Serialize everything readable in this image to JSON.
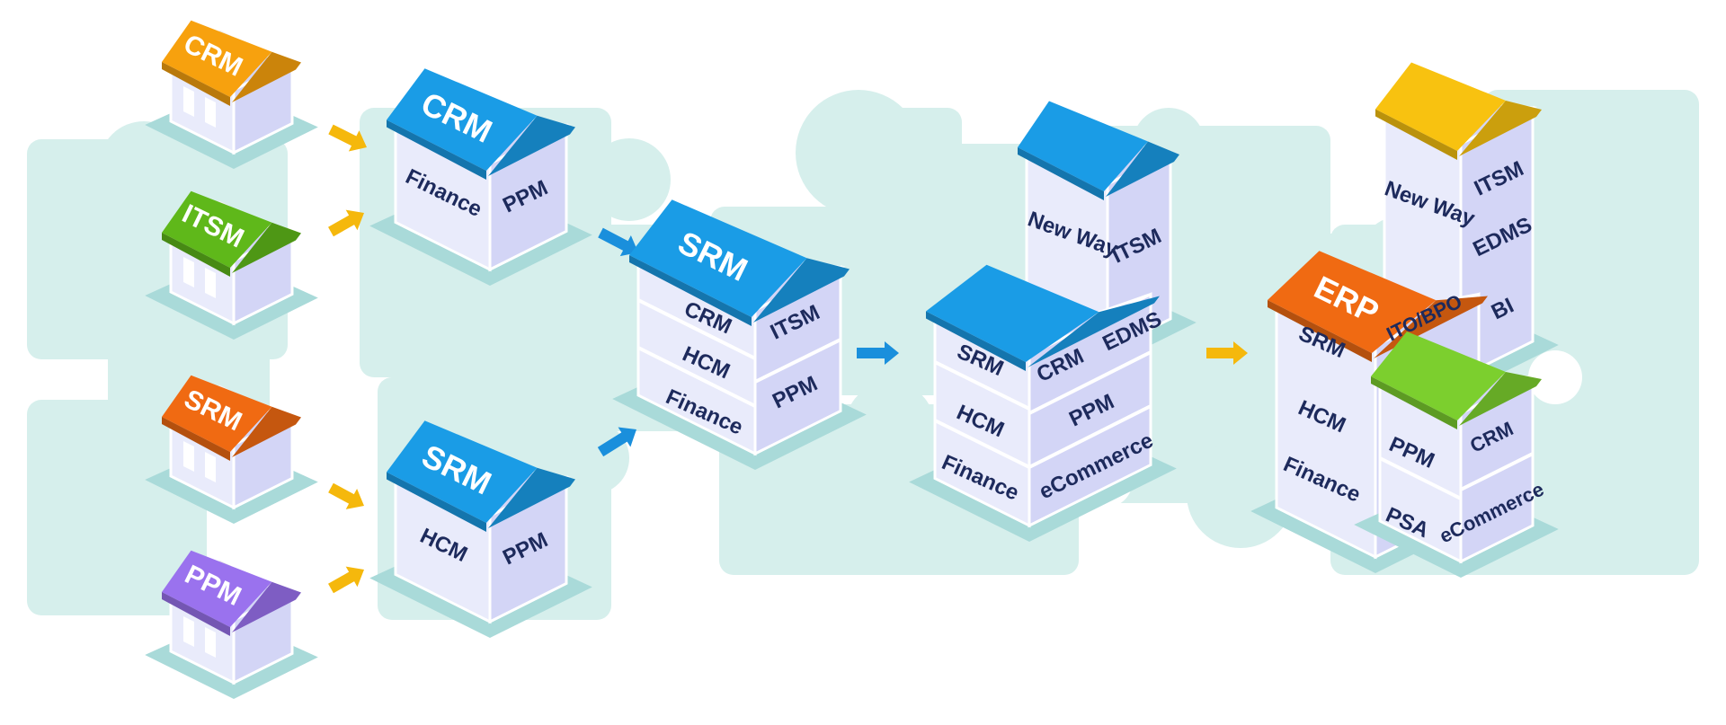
{
  "colors": {
    "puzzle_bg": "#d6efec",
    "shadow": "#a9dad9",
    "wall_front": "#e9ebfb",
    "wall_side": "#d3d5f6",
    "wall_text": "#1d2a5c",
    "arrow_yellow": "#f5b80c",
    "arrow_blue": "#1a8fdc",
    "roof_orange": "#f7a10e",
    "roof_green": "#5fb81a",
    "roof_red": "#f06a12",
    "roof_purple": "#9a72ee",
    "roof_blue": "#1a9ce6",
    "roof_yellow": "#f8c210",
    "roof_lightgreen": "#7ccf2e"
  },
  "stage1": {
    "houses": [
      {
        "roof": "CRM",
        "roof_color": "#f7a10e"
      },
      {
        "roof": "ITSM",
        "roof_color": "#5fb81a"
      },
      {
        "roof": "SRM",
        "roof_color": "#f06a12"
      },
      {
        "roof": "PPM",
        "roof_color": "#9a72ee"
      }
    ]
  },
  "stage2": {
    "top": {
      "roof": "CRM",
      "front": "Finance",
      "side": "PPM"
    },
    "bottom": {
      "roof": "SRM",
      "front": "HCM",
      "side": "PPM"
    }
  },
  "stage3": {
    "roof": "SRM",
    "front": [
      "CRM",
      "HCM",
      "Finance"
    ],
    "side": [
      "ITSM",
      "PPM"
    ]
  },
  "stage4": {
    "tower": {
      "front": "New Way",
      "side": "ITSM"
    },
    "main": {
      "front": [
        "SRM",
        "HCM",
        "Finance"
      ],
      "mid": "CRM",
      "side": [
        "EDMS",
        "PPM",
        "eCommerce"
      ]
    }
  },
  "stage5": {
    "erp_roof": "ERP",
    "tower": {
      "front": "New Way",
      "side": [
        "ITSM",
        "EDMS",
        "BI"
      ]
    },
    "main": {
      "front": [
        "SRM",
        "HCM",
        "Finance"
      ],
      "side_top": "ITO/BPO"
    },
    "green": {
      "front": [
        "PPM",
        "PSA"
      ],
      "side": [
        "CRM",
        "eCommerce"
      ]
    }
  }
}
